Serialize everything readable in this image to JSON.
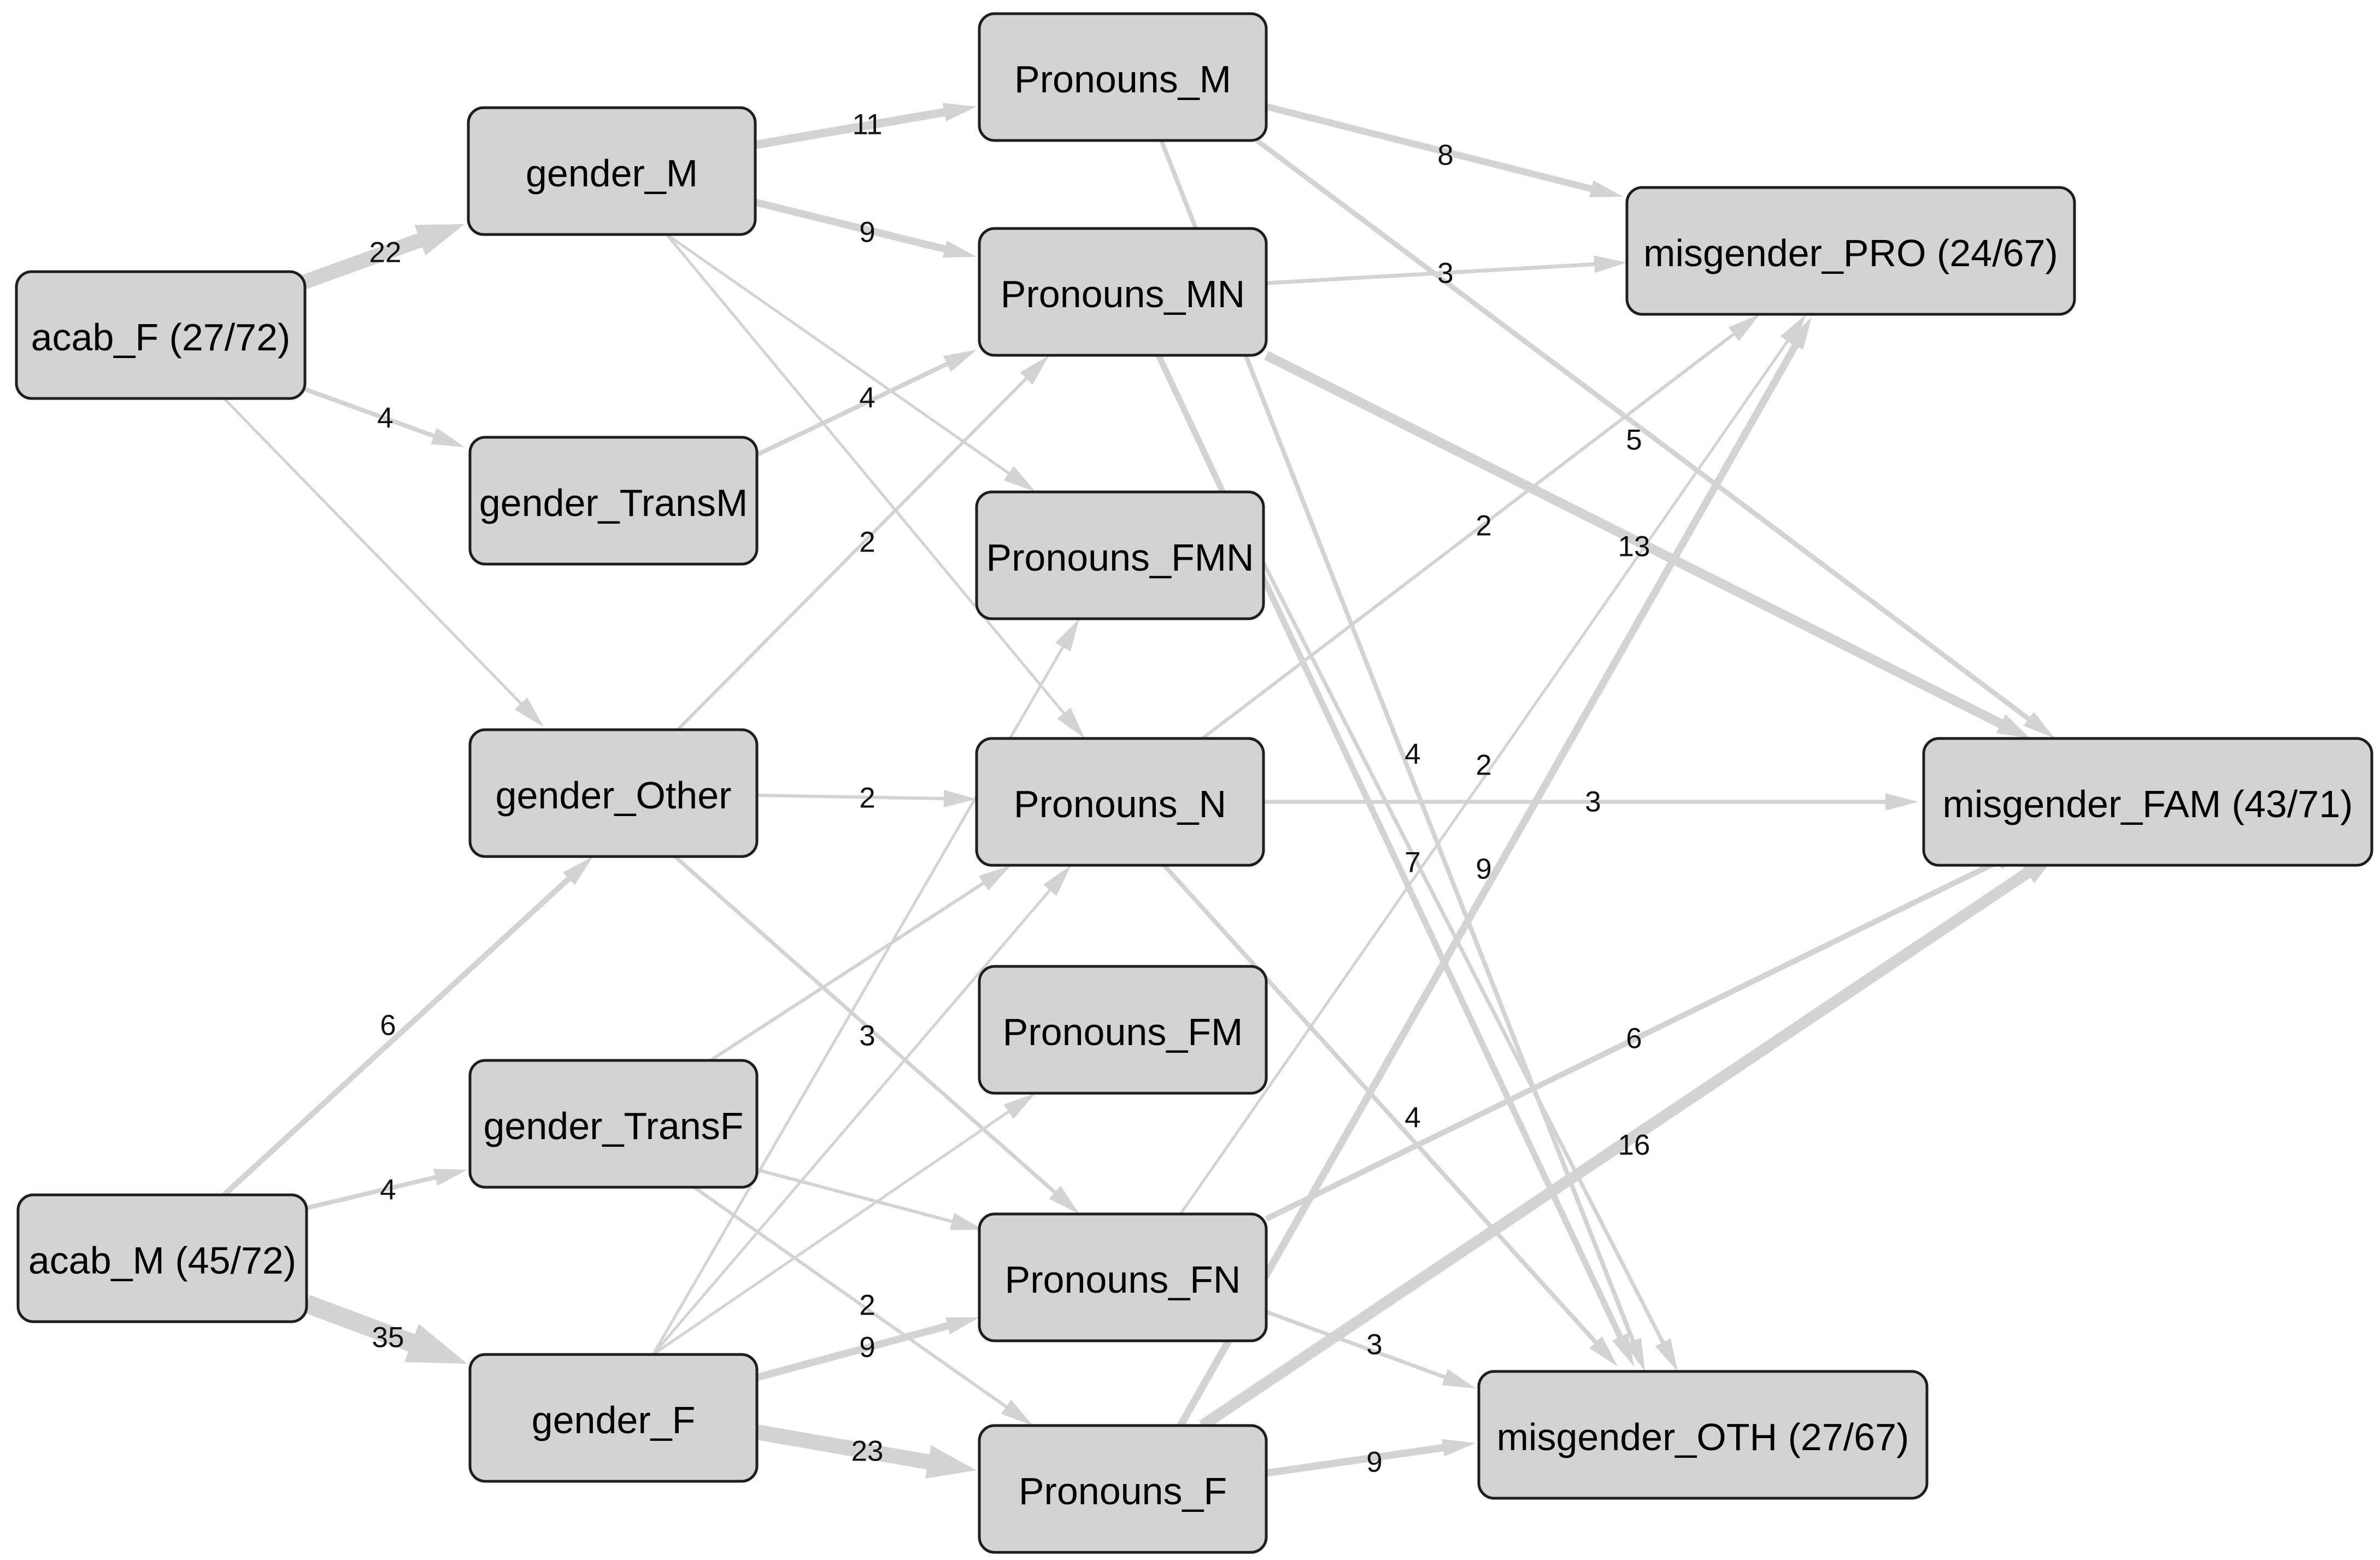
{
  "colors": {
    "edge": "#d3d3d3",
    "node_fill": "#d3d3d3",
    "node_stroke": "#1e1e1e",
    "background": "#ffffff"
  },
  "nodes": [
    {
      "id": "acab_F",
      "label": "acab_F (27/72)"
    },
    {
      "id": "acab_M",
      "label": "acab_M (45/72)"
    },
    {
      "id": "gender_M",
      "label": "gender_M"
    },
    {
      "id": "gender_TransM",
      "label": "gender_TransM"
    },
    {
      "id": "gender_Other",
      "label": "gender_Other"
    },
    {
      "id": "gender_TransF",
      "label": "gender_TransF"
    },
    {
      "id": "gender_F",
      "label": "gender_F"
    },
    {
      "id": "Pronouns_M",
      "label": "Pronouns_M"
    },
    {
      "id": "Pronouns_MN",
      "label": "Pronouns_MN"
    },
    {
      "id": "Pronouns_FMN",
      "label": "Pronouns_FMN"
    },
    {
      "id": "Pronouns_N",
      "label": "Pronouns_N"
    },
    {
      "id": "Pronouns_FM",
      "label": "Pronouns_FM"
    },
    {
      "id": "Pronouns_FN",
      "label": "Pronouns_FN"
    },
    {
      "id": "Pronouns_F",
      "label": "Pronouns_F"
    },
    {
      "id": "misgender_PRO",
      "label": "misgender_PRO (24/67)"
    },
    {
      "id": "misgender_FAM",
      "label": "misgender_FAM (43/71)"
    },
    {
      "id": "misgender_OTH",
      "label": "misgender_OTH (27/67)"
    }
  ],
  "edges": [
    {
      "from": "acab_F",
      "to": "gender_M",
      "label": "22",
      "weight": 22
    },
    {
      "from": "acab_F",
      "to": "gender_TransM",
      "label": "4",
      "weight": 4
    },
    {
      "from": "acab_F",
      "to": "gender_Other",
      "label": "",
      "weight": 1
    },
    {
      "from": "acab_M",
      "to": "gender_Other",
      "label": "6",
      "weight": 6
    },
    {
      "from": "acab_M",
      "to": "gender_TransF",
      "label": "4",
      "weight": 4
    },
    {
      "from": "acab_M",
      "to": "gender_F",
      "label": "35",
      "weight": 35
    },
    {
      "from": "gender_M",
      "to": "Pronouns_M",
      "label": "11",
      "weight": 11
    },
    {
      "from": "gender_M",
      "to": "Pronouns_MN",
      "label": "9",
      "weight": 9
    },
    {
      "from": "gender_M",
      "to": "Pronouns_FMN",
      "label": "",
      "weight": 1
    },
    {
      "from": "gender_M",
      "to": "Pronouns_N",
      "label": "",
      "weight": 1
    },
    {
      "from": "gender_TransM",
      "to": "Pronouns_MN",
      "label": "4",
      "weight": 4
    },
    {
      "from": "gender_Other",
      "to": "Pronouns_MN",
      "label": "2",
      "weight": 2
    },
    {
      "from": "gender_Other",
      "to": "Pronouns_N",
      "label": "2",
      "weight": 2
    },
    {
      "from": "gender_Other",
      "to": "Pronouns_FN",
      "label": "3",
      "weight": 3
    },
    {
      "from": "gender_TransF",
      "to": "Pronouns_N",
      "label": "",
      "weight": 2
    },
    {
      "from": "gender_TransF",
      "to": "Pronouns_FN",
      "label": "",
      "weight": 2
    },
    {
      "from": "gender_TransF",
      "to": "Pronouns_F",
      "label": "2",
      "weight": 2
    },
    {
      "from": "gender_F",
      "to": "Pronouns_FMN",
      "label": "",
      "weight": 1
    },
    {
      "from": "gender_F",
      "to": "Pronouns_N",
      "label": "",
      "weight": 1
    },
    {
      "from": "gender_F",
      "to": "Pronouns_FM",
      "label": "",
      "weight": 1
    },
    {
      "from": "gender_F",
      "to": "Pronouns_FN",
      "label": "9",
      "weight": 9
    },
    {
      "from": "gender_F",
      "to": "Pronouns_F",
      "label": "23",
      "weight": 23
    },
    {
      "from": "Pronouns_M",
      "to": "misgender_PRO",
      "label": "8",
      "weight": 8
    },
    {
      "from": "Pronouns_M",
      "to": "misgender_FAM",
      "label": "5",
      "weight": 5
    },
    {
      "from": "Pronouns_M",
      "to": "misgender_OTH",
      "label": "4",
      "weight": 4
    },
    {
      "from": "Pronouns_MN",
      "to": "misgender_PRO",
      "label": "3",
      "weight": 3
    },
    {
      "from": "Pronouns_MN",
      "to": "misgender_FAM",
      "label": "13",
      "weight": 13
    },
    {
      "from": "Pronouns_MN",
      "to": "misgender_OTH",
      "label": "7",
      "weight": 7
    },
    {
      "from": "Pronouns_FMN",
      "to": "misgender_OTH",
      "label": "",
      "weight": 3
    },
    {
      "from": "Pronouns_N",
      "to": "misgender_PRO",
      "label": "2",
      "weight": 2
    },
    {
      "from": "Pronouns_N",
      "to": "misgender_FAM",
      "label": "3",
      "weight": 3
    },
    {
      "from": "Pronouns_N",
      "to": "misgender_OTH",
      "label": "4",
      "weight": 4
    },
    {
      "from": "Pronouns_FM",
      "to": "misgender_PRO",
      "label": "2",
      "weight": 1
    },
    {
      "from": "Pronouns_FN",
      "to": "misgender_PRO",
      "label": "9",
      "weight": 9
    },
    {
      "from": "Pronouns_FN",
      "to": "misgender_FAM",
      "label": "6",
      "weight": 6
    },
    {
      "from": "Pronouns_FN",
      "to": "misgender_OTH",
      "label": "3",
      "weight": 3
    },
    {
      "from": "Pronouns_F",
      "to": "misgender_FAM",
      "label": "16",
      "weight": 16
    },
    {
      "from": "Pronouns_F",
      "to": "misgender_OTH",
      "label": "9",
      "weight": 9
    }
  ]
}
